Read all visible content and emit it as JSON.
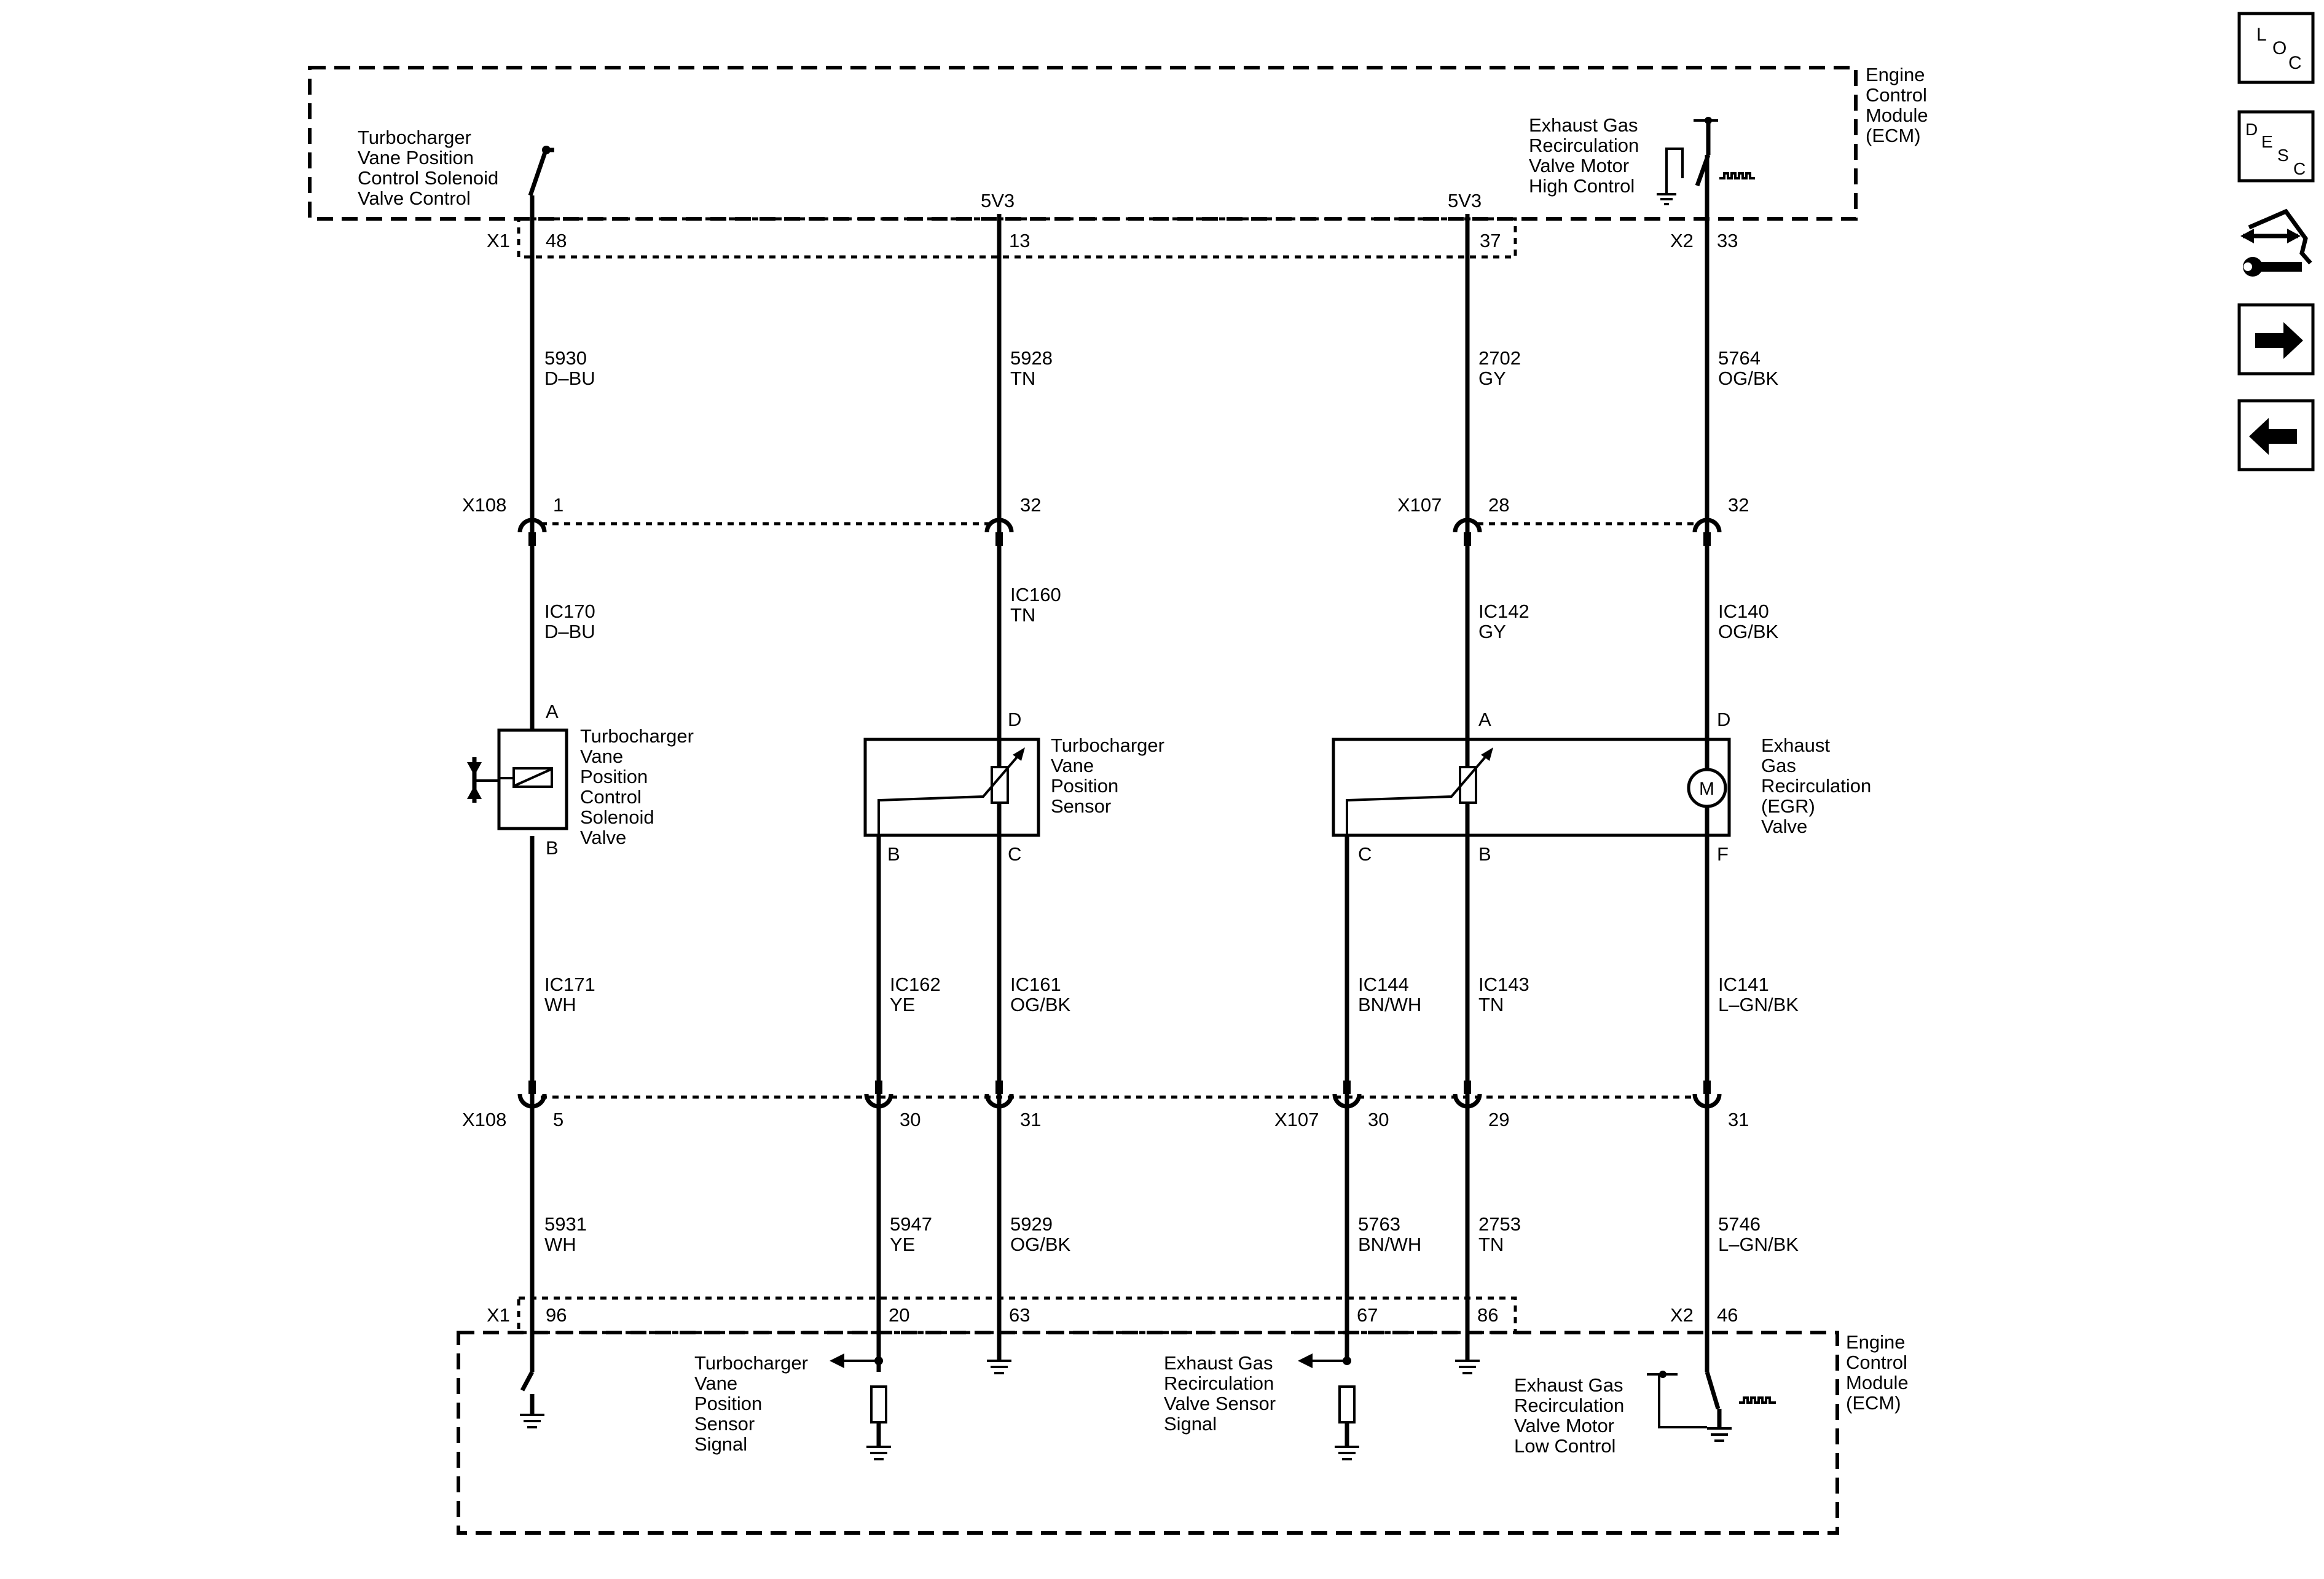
{
  "ecm": {
    "top_label": [
      "Engine",
      "Control",
      "Module",
      "(ECM)"
    ],
    "bottom_label": [
      "Engine",
      "Control",
      "Module",
      "(ECM)"
    ],
    "top_left_label": [
      "Turbocharger",
      "Vane Position",
      "Control Solenoid",
      "Valve Control"
    ],
    "top_right_label": [
      "Exhaust Gas",
      "Recirculation",
      "Valve Motor",
      "High Control"
    ],
    "supply_a": "5V3",
    "supply_b": "5V3",
    "bottom_turbo_signal": [
      "Turbocharger",
      "Vane",
      "Position",
      "Sensor",
      "Signal"
    ],
    "bottom_egr_signal": [
      "Exhaust Gas",
      "Recirculation",
      "Valve Sensor",
      "Signal"
    ],
    "bottom_egr_low": [
      "Exhaust Gas",
      "Recirculation",
      "Valve Motor",
      "Low Control"
    ]
  },
  "connectors": {
    "x1_top": "X1",
    "x2_top": "X2",
    "x108_upper": "X108",
    "x107_upper": "X107",
    "x108_lower": "X108",
    "x107_lower": "X107",
    "x1_bottom": "X1",
    "x2_bottom": "X2"
  },
  "pins": {
    "top": [
      "48",
      "13",
      "37",
      "33"
    ],
    "upper_inline": [
      "1",
      "32",
      "28",
      "32"
    ],
    "lower_inline": [
      "5",
      "30",
      "31",
      "30",
      "29",
      "31"
    ],
    "bottom": [
      "96",
      "20",
      "63",
      "67",
      "86",
      "46"
    ]
  },
  "wires": {
    "ecm_upper": [
      {
        "circuit": "5930",
        "color": "D–BU"
      },
      {
        "circuit": "5928",
        "color": "TN"
      },
      {
        "circuit": "2702",
        "color": "GY"
      },
      {
        "circuit": "5764",
        "color": "OG/BK"
      }
    ],
    "inline_upper": [
      {
        "circuit": "IC170",
        "color": "D–BU"
      },
      {
        "circuit": "IC160",
        "color": "TN"
      },
      {
        "circuit": "IC142",
        "color": "GY"
      },
      {
        "circuit": "IC140",
        "color": "OG/BK"
      }
    ],
    "inline_lower": [
      {
        "circuit": "IC171",
        "color": "WH"
      },
      {
        "circuit": "IC162",
        "color": "YE"
      },
      {
        "circuit": "IC161",
        "color": "OG/BK"
      },
      {
        "circuit": "IC144",
        "color": "BN/WH"
      },
      {
        "circuit": "IC143",
        "color": "TN"
      },
      {
        "circuit": "IC141",
        "color": "L–GN/BK"
      }
    ],
    "ecm_lower": [
      {
        "circuit": "5931",
        "color": "WH"
      },
      {
        "circuit": "5947",
        "color": "YE"
      },
      {
        "circuit": "5929",
        "color": "OG/BK"
      },
      {
        "circuit": "5763",
        "color": "BN/WH"
      },
      {
        "circuit": "2753",
        "color": "TN"
      },
      {
        "circuit": "5746",
        "color": "L–GN/BK"
      }
    ]
  },
  "components": {
    "solenoid": {
      "label": [
        "Turbocharger",
        "Vane",
        "Position",
        "Control",
        "Solenoid",
        "Valve"
      ],
      "pin_top": "A",
      "pin_bottom": "B"
    },
    "vane_sensor": {
      "label": [
        "Turbocharger",
        "Vane",
        "Position",
        "Sensor"
      ],
      "pin_top": "D",
      "pin_left": "B",
      "pin_right": "C"
    },
    "egr_valve": {
      "label": [
        "Exhaust",
        "Gas",
        "Recirculation",
        "(EGR)",
        "Valve"
      ],
      "pin_a": "A",
      "pin_d": "D",
      "pin_c": "C",
      "pin_b": "B",
      "pin_f": "F",
      "motor_symbol": "M"
    }
  },
  "nav": {
    "loc": {
      "l": "L",
      "o": "O",
      "c": "C"
    },
    "desc": {
      "d": "D",
      "e": "E",
      "s": "S",
      "c": "C"
    },
    "icons": [
      "loc-icon",
      "desc-icon",
      "connector-wrench-icon",
      "arrow-right-icon",
      "arrow-left-icon"
    ]
  }
}
